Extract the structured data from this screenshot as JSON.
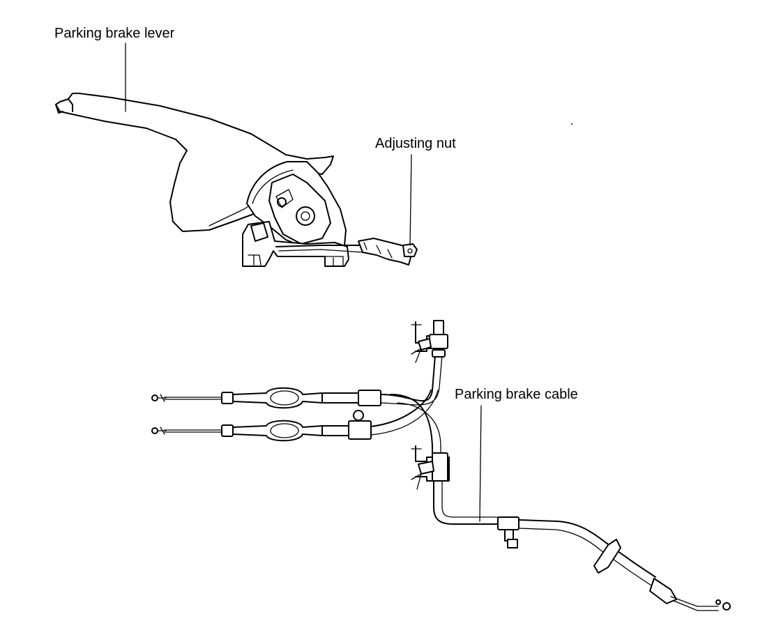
{
  "labels": {
    "lever": "Parking brake lever",
    "nut": "Adjusting nut",
    "cable": "Parking brake cable"
  }
}
